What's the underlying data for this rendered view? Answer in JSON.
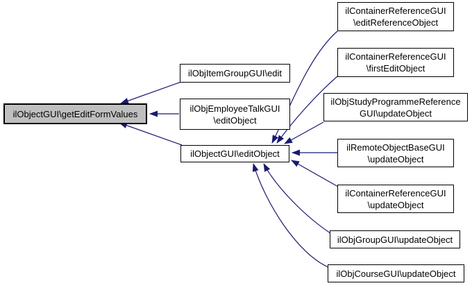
{
  "diagram": {
    "kind": "caller-graph",
    "colors": {
      "background": "#ffffff",
      "edge": "#191970",
      "node_border": "#000000",
      "node_fill": "#ffffff",
      "highlight_fill": "#bfbfbf",
      "text": "#000000"
    },
    "nodes": {
      "get_edit_form_values": {
        "label": "ilObjectGUI\\getEditFormValues",
        "highlighted": true
      },
      "item_group_edit": {
        "label": "ilObjItemGroupGUI\\edit"
      },
      "employee_talk_edit_object": {
        "line1": "ilObjEmployeeTalkGUI",
        "line2": "\\editObject"
      },
      "edit_object": {
        "label": "ilObjectGUI\\editObject"
      },
      "container_ref_edit_reference_object": {
        "line1": "ilContainerReferenceGUI",
        "line2": "\\editReferenceObject"
      },
      "container_ref_first_edit_object": {
        "line1": "ilContainerReferenceGUI",
        "line2": "\\firstEditObject"
      },
      "study_programme_update_object": {
        "line1": "ilObjStudyProgrammeReference",
        "line2": "GUI\\updateObject"
      },
      "remote_object_base_update_object": {
        "line1": "ilRemoteObjectBaseGUI",
        "line2": "\\updateObject"
      },
      "container_ref_update_object": {
        "line1": "ilContainerReferenceGUI",
        "line2": "\\updateObject"
      },
      "group_update_object": {
        "label": "ilObjGroupGUI\\updateObject"
      },
      "course_update_object": {
        "label": "ilObjCourseGUI\\updateObject"
      }
    },
    "edges": [
      {
        "from": "item_group_edit",
        "to": "get_edit_form_values"
      },
      {
        "from": "employee_talk_edit_object",
        "to": "get_edit_form_values"
      },
      {
        "from": "edit_object",
        "to": "get_edit_form_values"
      },
      {
        "from": "container_ref_edit_reference_object",
        "to": "edit_object"
      },
      {
        "from": "container_ref_first_edit_object",
        "to": "edit_object"
      },
      {
        "from": "study_programme_update_object",
        "to": "edit_object"
      },
      {
        "from": "remote_object_base_update_object",
        "to": "edit_object"
      },
      {
        "from": "container_ref_update_object",
        "to": "edit_object"
      },
      {
        "from": "group_update_object",
        "to": "edit_object"
      },
      {
        "from": "course_update_object",
        "to": "edit_object"
      }
    ]
  }
}
